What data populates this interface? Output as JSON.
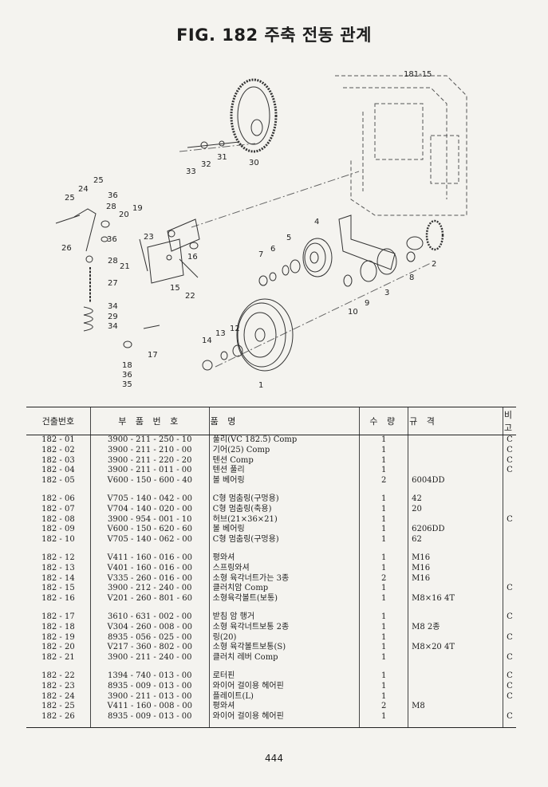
{
  "title": "FIG. 182 주축 전동 관계",
  "diagram": {
    "ref_label": "181-15",
    "callouts": [
      "1",
      "2",
      "3",
      "4",
      "5",
      "6",
      "7",
      "8",
      "9",
      "10",
      "12",
      "13",
      "14",
      "15",
      "16",
      "17",
      "18",
      "19",
      "20",
      "21",
      "22",
      "23",
      "24",
      "25",
      "25",
      "26",
      "27",
      "28",
      "28",
      "29",
      "30",
      "31",
      "32",
      "33",
      "34",
      "34",
      "35",
      "36",
      "36",
      "36"
    ]
  },
  "table": {
    "headers": [
      "건출번호",
      "부 품 번 호",
      "품 명",
      "수 량",
      "규 격",
      "비 고"
    ],
    "groups": [
      [
        {
          "no": "182 - 01",
          "part": "3900 - 211 - 250 - 10",
          "name": "풀리(VC 182.5) Comp",
          "qty": "1",
          "spec": "",
          "remark": "C"
        },
        {
          "no": "182 - 02",
          "part": "3900 - 211 - 210 - 00",
          "name": "기어(25) Comp",
          "qty": "1",
          "spec": "",
          "remark": "C"
        },
        {
          "no": "182 - 03",
          "part": "3900 - 211 - 220 - 20",
          "name": "텐션 Comp",
          "qty": "1",
          "spec": "",
          "remark": "C"
        },
        {
          "no": "182 - 04",
          "part": "3900 - 211 - 011 - 00",
          "name": "텐션 풀리",
          "qty": "1",
          "spec": "",
          "remark": "C"
        },
        {
          "no": "182 - 05",
          "part": "V600 - 150 - 600 - 40",
          "name": "볼 베어링",
          "qty": "2",
          "spec": "6004DD",
          "remark": ""
        }
      ],
      [
        {
          "no": "182 - 06",
          "part": "V705 - 140 - 042 - 00",
          "name": "C형 멈춤링(구멍용)",
          "qty": "1",
          "spec": "42",
          "remark": ""
        },
        {
          "no": "182 - 07",
          "part": "V704 - 140 - 020 - 00",
          "name": "C형 멈춤링(축용)",
          "qty": "1",
          "spec": "20",
          "remark": ""
        },
        {
          "no": "182 - 08",
          "part": "3900 - 954 - 001 - 10",
          "name": "허브(21×36×21)",
          "qty": "1",
          "spec": "",
          "remark": "C"
        },
        {
          "no": "182 - 09",
          "part": "V600 - 150 - 620 - 60",
          "name": "볼 베어링",
          "qty": "1",
          "spec": "6206DD",
          "remark": ""
        },
        {
          "no": "182 - 10",
          "part": "V705 - 140 - 062 - 00",
          "name": "C형 멈춤링(구멍용)",
          "qty": "1",
          "spec": "62",
          "remark": ""
        }
      ],
      [
        {
          "no": "182 - 12",
          "part": "V411 - 160 - 016 - 00",
          "name": "평와셔",
          "qty": "1",
          "spec": "M16",
          "remark": ""
        },
        {
          "no": "182 - 13",
          "part": "V401 - 160 - 016 - 00",
          "name": "스프링와셔",
          "qty": "1",
          "spec": "M16",
          "remark": ""
        },
        {
          "no": "182 - 14",
          "part": "V335 - 260 - 016 - 00",
          "name": "소형 육각너트가는 3종",
          "qty": "2",
          "spec": "M16",
          "remark": ""
        },
        {
          "no": "182 - 15",
          "part": "3900 - 212 - 240 - 00",
          "name": "클러치암 Comp",
          "qty": "1",
          "spec": "",
          "remark": "C"
        },
        {
          "no": "182 - 16",
          "part": "V201 - 260 - 801 - 60",
          "name": "소형육각볼트(보통)",
          "qty": "1",
          "spec": "M8×16 4T",
          "remark": ""
        }
      ],
      [
        {
          "no": "182 - 17",
          "part": "3610 - 631 - 002 - 00",
          "name": "받침 암 행거",
          "qty": "1",
          "spec": "",
          "remark": "C"
        },
        {
          "no": "182 - 18",
          "part": "V304 - 260 - 008 - 00",
          "name": "소형 육각너트보통 2종",
          "qty": "1",
          "spec": "M8 2종",
          "remark": ""
        },
        {
          "no": "182 - 19",
          "part": "8935 - 056 - 025 - 00",
          "name": "링(20)",
          "qty": "1",
          "spec": "",
          "remark": "C"
        },
        {
          "no": "182 - 20",
          "part": "V217 - 360 - 802 - 00",
          "name": "소형 육각볼트보통(S)",
          "qty": "1",
          "spec": "M8×20 4T",
          "remark": ""
        },
        {
          "no": "182 - 21",
          "part": "3900 - 211 - 240 - 00",
          "name": "클러치 레버 Comp",
          "qty": "1",
          "spec": "",
          "remark": "C"
        }
      ],
      [
        {
          "no": "182 - 22",
          "part": "1394 - 740 - 013 - 00",
          "name": "로터핀",
          "qty": "1",
          "spec": "",
          "remark": "C"
        },
        {
          "no": "182 - 23",
          "part": "8935 - 009 - 013 - 00",
          "name": "와이어 걸이용 헤어핀",
          "qty": "1",
          "spec": "",
          "remark": "C"
        },
        {
          "no": "182 - 24",
          "part": "3900 - 211 - 013 - 00",
          "name": "플레이트(L)",
          "qty": "1",
          "spec": "",
          "remark": "C"
        },
        {
          "no": "182 - 25",
          "part": "V411 - 160 - 008 - 00",
          "name": "평와셔",
          "qty": "2",
          "spec": "M8",
          "remark": ""
        },
        {
          "no": "182 - 26",
          "part": "8935 - 009 - 013 - 00",
          "name": "와이어 걸이용 헤어핀",
          "qty": "1",
          "spec": "",
          "remark": "C"
        }
      ]
    ]
  },
  "page_number": "444"
}
